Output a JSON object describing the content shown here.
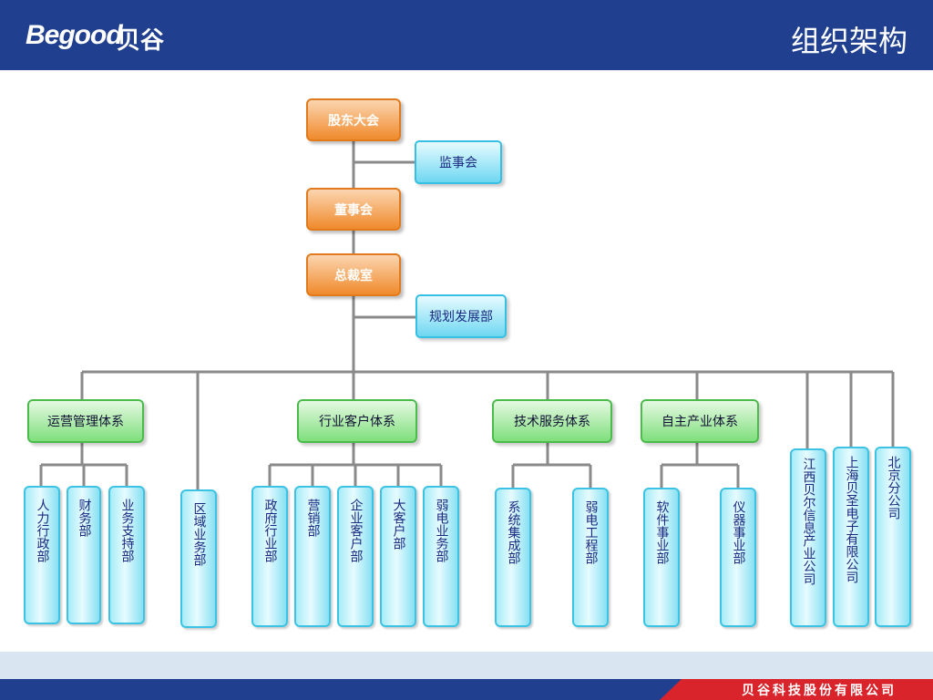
{
  "header": {
    "logo_text": "Begood",
    "logo_cn": "贝谷",
    "page_title": "组织架构",
    "brand_color": "#20408f"
  },
  "org": {
    "shareholders": "股东大会",
    "supervisors": "监事会",
    "board": "董事会",
    "president_office": "总裁室",
    "planning": "规划发展部",
    "systems": [
      {
        "label": "运营管理体系",
        "units": [
          "人力行政部",
          "财务部",
          "业务支持部"
        ]
      },
      {
        "label": "行业客户体系",
        "units": [
          "政府行业部",
          "营销部",
          "企业客户部",
          "大客户部",
          "弱电业务部"
        ]
      },
      {
        "label": "技术服务体系",
        "units": [
          "系统集成部",
          "弱电工程部"
        ]
      },
      {
        "label": "自主产业体系",
        "units": [
          "软件事业部",
          "仪器事业部"
        ]
      }
    ],
    "regional": "区域业务部",
    "subsidiaries": [
      "江西贝尔信息产业公司",
      "上海贝圣电子有限公司",
      "北京分公司"
    ]
  },
  "footer": {
    "company": "贝谷科技股份有限公司",
    "accent_color": "#d9242b"
  }
}
